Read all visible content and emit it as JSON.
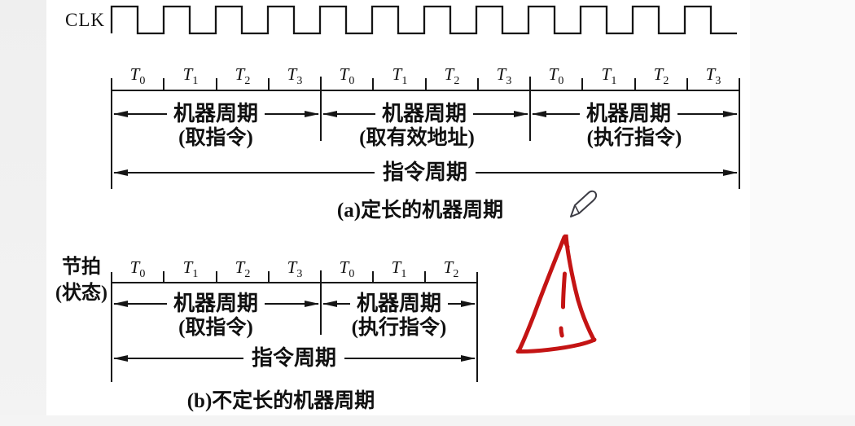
{
  "colors": {
    "line": "#151515",
    "annotation_red": "#c41414",
    "page_bg": "#ffffff",
    "margin_bg": "#efefef"
  },
  "clk_label": "CLK",
  "diagram_a": {
    "t_labels": [
      {
        "base": "T",
        "sub": "0"
      },
      {
        "base": "T",
        "sub": "1"
      },
      {
        "base": "T",
        "sub": "2"
      },
      {
        "base": "T",
        "sub": "3"
      },
      {
        "base": "T",
        "sub": "0"
      },
      {
        "base": "T",
        "sub": "1"
      },
      {
        "base": "T",
        "sub": "2"
      },
      {
        "base": "T",
        "sub": "3"
      },
      {
        "base": "T",
        "sub": "0"
      },
      {
        "base": "T",
        "sub": "1"
      },
      {
        "base": "T",
        "sub": "2"
      },
      {
        "base": "T",
        "sub": "3"
      }
    ],
    "machine_cycles": [
      {
        "name": "机器周期",
        "phase": "(取指令)"
      },
      {
        "name": "机器周期",
        "phase": "(取有效地址)"
      },
      {
        "name": "机器周期",
        "phase": "(执行指令)"
      }
    ],
    "instruction_cycle": "指令周期",
    "caption": "(a)定长的机器周期"
  },
  "diagram_b": {
    "axis_label": {
      "line1": "节拍",
      "line2": "(状态)"
    },
    "t_labels": [
      {
        "base": "T",
        "sub": "0"
      },
      {
        "base": "T",
        "sub": "1"
      },
      {
        "base": "T",
        "sub": "2"
      },
      {
        "base": "T",
        "sub": "3"
      },
      {
        "base": "T",
        "sub": "0"
      },
      {
        "base": "T",
        "sub": "1"
      },
      {
        "base": "T",
        "sub": "2"
      }
    ],
    "machine_cycles": [
      {
        "name": "机器周期",
        "phase": "(取指令)"
      },
      {
        "name": "机器周期",
        "phase": "(执行指令)"
      }
    ],
    "instruction_cycle": "指令周期",
    "caption": "(b)不定长的机器周期"
  },
  "annotations": {
    "pencil_icon": "pencil",
    "warning_triangle": {
      "icon": "warning-triangle-exclamation",
      "color": "#c41414"
    }
  }
}
